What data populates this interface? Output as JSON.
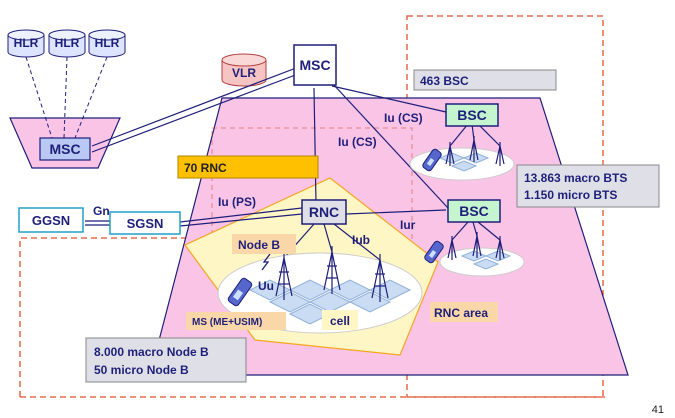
{
  "nodes": {
    "hlr": [
      "HLR",
      "HLR",
      "HLR"
    ],
    "vlr": "VLR",
    "msc_top": "MSC",
    "msc_left": "MSC",
    "bsc_top": "BSC",
    "bsc_mid": "BSC",
    "rnc": "RNC",
    "ggsn": "GGSN",
    "sgsn": "SGSN",
    "node_b": "Node B"
  },
  "interfaces": {
    "iu_cs_1": "Iu (CS)",
    "iu_cs_2": "Iu (CS)",
    "iu_ps": "Iu (PS)",
    "gn": "Gn",
    "iur": "Iur",
    "iub": "Iub",
    "uu": "Uu"
  },
  "labels": {
    "rnc_count": "70 RNC",
    "bsc_count": "463 BSC",
    "bts_count_1": "13.863 macro BTS",
    "bts_count_2": "1.150  micro BTS",
    "nodeb_count_1": "8.000 macro Node B",
    "nodeb_count_2": "50 micro Node B",
    "ms": "MS (ME+USIM)",
    "cell": "cell",
    "rnc_area": "RNC area",
    "page_number": "41"
  },
  "colors": {
    "pink": "#f9c4e6",
    "yellow": "#fff6c6",
    "green": "#c5f5cf",
    "gray": "#dfe0e7",
    "navy": "#1f1f7a",
    "dashed_orange": "#e0522a",
    "label_orange": "#f5a623",
    "label_gold": "#ffc000",
    "box_cyan_border": "#21a1c9"
  }
}
